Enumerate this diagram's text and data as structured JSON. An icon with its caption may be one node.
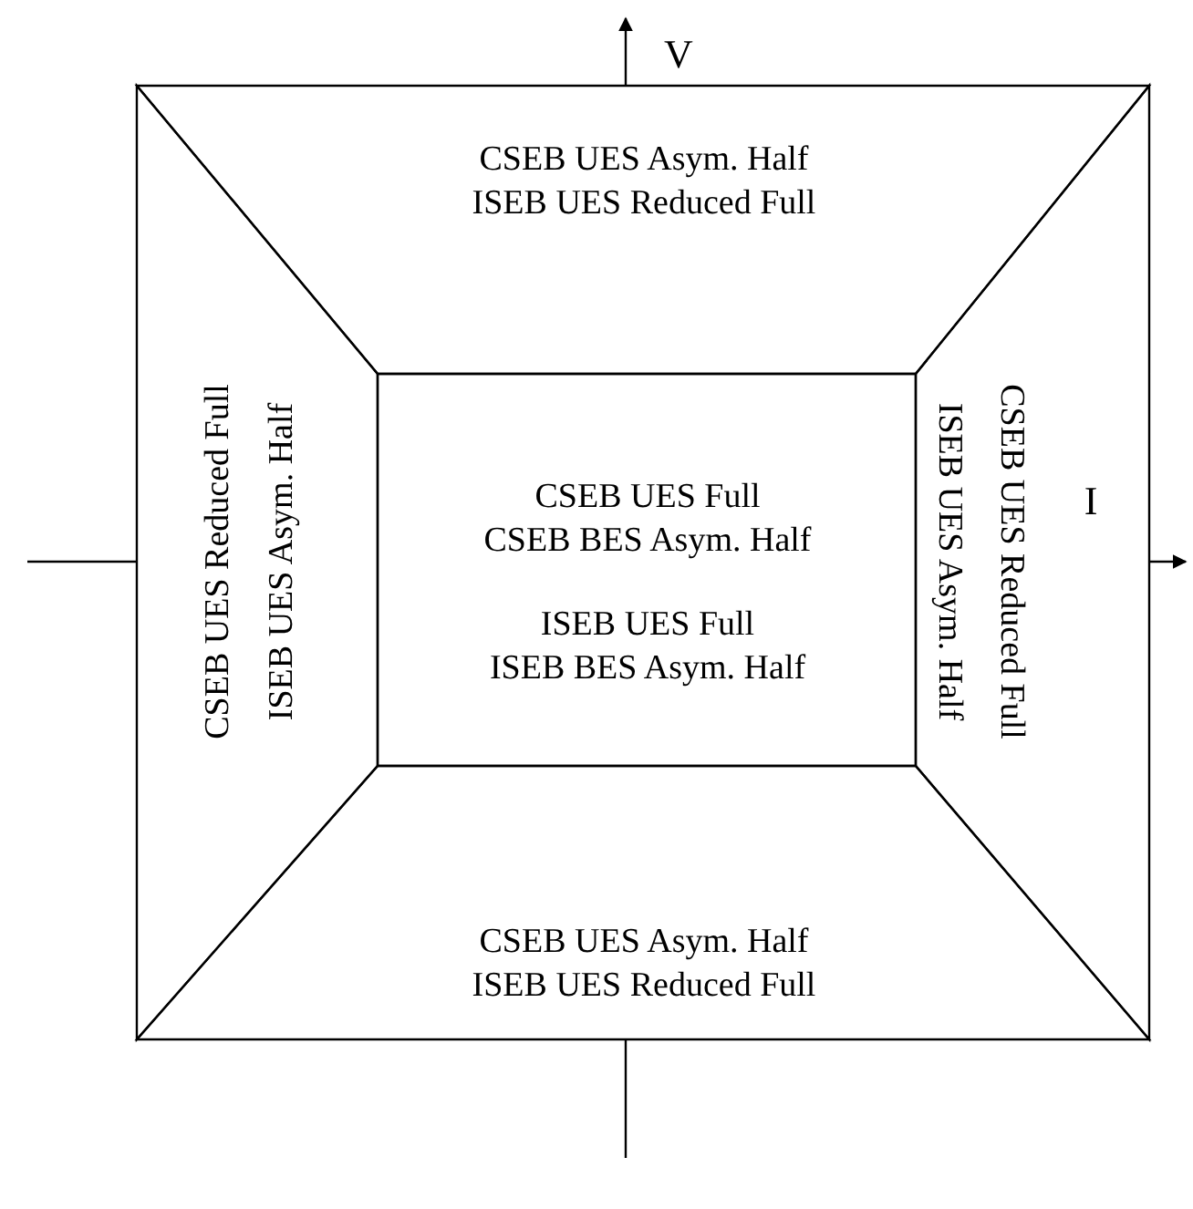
{
  "diagram": {
    "nodes": [
      {
        "text": [
          "CSEB UES Asym. Half",
          "ISEB UES Reduced Full"
        ]
      },
      {
        "text": [
          "CSEB UES Reduced Full",
          "ISEB UES Asym. Half"
        ]
      },
      {
        "text": [
          "CSEB UES Full",
          "CSEB BES Asym. Half",
          "ISEB UES Full",
          "ISEB BES Asym. Half"
        ]
      },
      {
        "text": [
          "CSEB UES Reduced Full",
          "ISEB UES Asym. Half"
        ]
      },
      {
        "text": [
          "CSEB UES Asym. Half",
          "ISEB UES Reduced Full"
        ]
      }
    ],
    "labels": [
      "V",
      "I"
    ]
  }
}
